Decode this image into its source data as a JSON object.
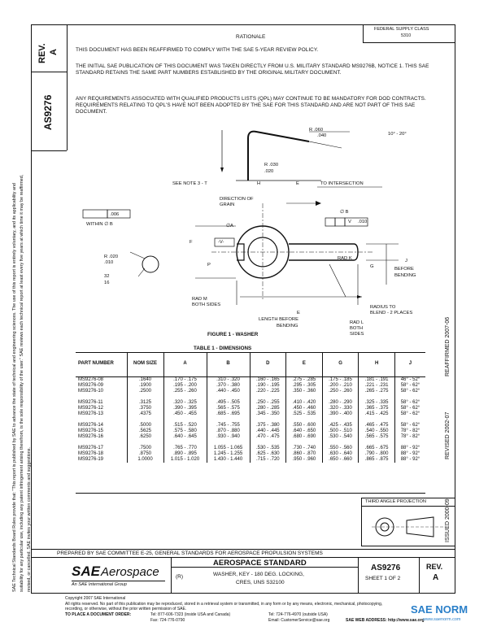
{
  "sidebar": {
    "rev_label": "REV.",
    "rev_value": "A",
    "doc_number": "AS9276",
    "notice": "SAE Technical Standards Board Rules provide that: \"This report is published by SAE to advance the state of technical and engineering sciences. The use of this report is entirely voluntary, and its applicability and suitability for any particular use, including any patent infringement arising therefrom, is the sole responsibility of the user.\" SAE reviews each technical report at least every five years at which time it may be reaffirmed, revised, or cancelled. SAE invites your written comments and suggestions."
  },
  "header": {
    "rationale": "RATIONALE",
    "fsc_label": "FEDERAL SUPPLY CLASS",
    "fsc_value": "5310"
  },
  "body_text": {
    "p1": "THIS DOCUMENT HAS BEEN REAFFIRMED TO COMPLY WITH THE SAE 5-YEAR REVIEW POLICY.",
    "p2": "THE INITIAL SAE PUBLICATION OF THIS DOCUMENT WAS TAKEN DIRECTLY FROM U.S. MILITARY STANDARD MS9276B, NOTICE 1. THIS SAE STANDARD RETAINS THE SAME PART NUMBERS ESTABLISHED BY THE ORIGINAL MILITARY DOCUMENT.",
    "p3": "ANY REQUIREMENTS ASSOCIATED WITH QUALIFIED PRODUCTS LISTS (QPL) MAY CONTINUE TO BE MANDATORY FOR DOD CONTRACTS. REQUIREMENTS RELATING TO QPL'S HAVE NOT BEEN ADOPTED BY THE SAE FOR THIS STANDARD AND ARE NOT PART OF THIS SAE DOCUMENT."
  },
  "figure": {
    "caption": "FIGURE 1 - WASHER",
    "labels": {
      "r1": "R .060",
      "r1b": ".040",
      "angle": "10° - 20°",
      "r2": "R .030",
      "r2b": ".020",
      "see_note": "SEE NOTE 3 - T",
      "h": "H",
      "e": "E",
      "to_intersection": "TO INTERSECTION",
      "direction": "DIRECTION OF",
      "grain": "GRAIN",
      "flatness": ".006",
      "within": "WITHIN ∅ B",
      "phi_a": "∅A",
      "v_box": "-V-",
      "phi_b": "∅ B",
      "pos_tol": ".010",
      "pos_v": "V",
      "f": "F",
      "p": "P",
      "rad_k": "RAD K",
      "g": "G",
      "j": "J",
      "before": "BEFORE",
      "bending": "BENDING",
      "r3": "R .020",
      "r3b": ".010",
      "frac_top": "32",
      "frac_bot": "16",
      "rad_m": "RAD M",
      "both_sides": "BOTH SIDES",
      "e2": "E",
      "length_before": "LENGTH BEFORE",
      "bending2": "BENDING",
      "radius_blend": "RADIUS TO",
      "blend": "BLEND - 2 PLACES",
      "rad_l": "RAD L",
      "both": "BOTH",
      "sides": "SIDES"
    }
  },
  "table": {
    "title": "TABLE 1 - DIMENSIONS",
    "headers": [
      "PART NUMBER",
      "NOM SIZE",
      "A",
      "B",
      "D",
      "E",
      "G",
      "H",
      "J"
    ],
    "groups": [
      [
        [
          "MS9276-08",
          ".1640",
          ".170 - .175",
          ".310 - .320",
          ".160 - .165",
          ".275 - .285",
          ".175 - .185",
          ".181 - .191",
          "46° - 52°"
        ],
        [
          "MS9276-09",
          ".1900",
          ".195 - .200",
          ".370 - .380",
          ".190 - .195",
          ".295 - .305",
          ".200 - .210",
          ".221 - .231",
          "58° - 62°"
        ],
        [
          "MS9276-10",
          ".2500",
          ".255 - .260",
          ".440 - .450",
          ".220 - .225",
          ".350 - .360",
          ".250 - .260",
          ".265 - .275",
          "58° - 62°"
        ]
      ],
      [
        [
          "MS9276-11",
          ".3125",
          ".320 - .325",
          ".495 - .505",
          ".250 - .255",
          ".410 - .420",
          ".280 - .290",
          ".325 - .335",
          "58° - 62°"
        ],
        [
          "MS9276-12",
          ".3750",
          ".390 - .395",
          ".565 - .575",
          ".280 - .285",
          ".450 - .460",
          ".320 - .330",
          ".365 - .375",
          "58° - 62°"
        ],
        [
          "MS9276-13",
          ".4375",
          ".450 - .455",
          ".685 - .695",
          ".345 - .350",
          ".525 - .535",
          ".390 - .400",
          ".415 - .425",
          "58° - 62°"
        ]
      ],
      [
        [
          "MS9276-14",
          ".5000",
          ".515 - .520",
          ".745 - .755",
          ".375 - .380",
          ".550 - .600",
          ".425 - .435",
          ".465 - .475",
          "58° - 62°"
        ],
        [
          "MS9276-15",
          ".5625",
          ".575 - .580",
          ".870 - .880",
          ".440 - .445",
          ".640 - .650",
          ".500 - .510",
          ".540 - .550",
          "78° - 82°"
        ],
        [
          "MS9276-16",
          ".6250",
          ".640 - .645",
          ".930 - .940",
          ".470 - .475",
          ".680 - .690",
          ".530 - .540",
          ".565 - .575",
          "78° - 82°"
        ]
      ],
      [
        [
          "MS9276-17",
          ".7500",
          ".765 - .770",
          "1.055 - 1.065",
          ".530 - .535",
          ".730 - .740",
          ".550 - .560",
          ".665 - .675",
          "88° - 92°"
        ],
        [
          "MS9276-18",
          ".8750",
          ".890 - .895",
          "1.245 - 1.255",
          ".625 - .630",
          ".860 - .870",
          ".630 - .640",
          ".790 - .800",
          "88° - 92°"
        ],
        [
          "MS9276-19",
          "1.0000",
          "1.015 - 1.020",
          "1.430 - 1.440",
          ".715 - .720",
          ".950 - .960",
          ".650 - .660",
          ".865 - .875",
          "88° - 92°"
        ]
      ]
    ]
  },
  "projection": {
    "label": "THIRD ANGLE PROJECTION"
  },
  "right_margin": {
    "issued": "ISSUED 2000-09",
    "revised": "REVISED 2002-07",
    "reaffirmed": "REAFFIRMED 2007-06"
  },
  "footer": {
    "prepared": "PREPARED BY SAE COMMITTEE E-25, GENERAL STANDARDS FOR AEROSPACE PROPULSION SYSTEMS",
    "sae": "SAE",
    "aerospace": "Aerospace",
    "group": "An SAE International Group",
    "std_title": "AEROSPACE STANDARD",
    "r_mark": "(R)",
    "desc1": "WASHER, KEY - 180 DEG. LOCKING,",
    "desc2": "CRES, UNS S32100",
    "doc_no": "AS9276",
    "sheet": "SHEET 1 OF 2",
    "rev_label": "REV.",
    "rev_value": "A"
  },
  "copyright": {
    "line1": "Copyright 2007 SAE International",
    "line2": "All rights reserved. No part of this publication may be reproduced, stored in a retrieval system or transmitted, in any form or by any means, electronic, mechanical, photocopying,",
    "line3": "recording, or otherwise, without the prior written permission of SAE.",
    "order_label": "TO PLACE A DOCUMENT ORDER:",
    "tel1": "Tel: 877-606-7323 (inside USA and Canada)",
    "tel2": "Tel: 724-776-4970 (outside USA)",
    "fax": "Fax: 724-776-0790",
    "email": "Email: CustomerService@sae.org",
    "web": "SAE WEB ADDRESS: http://www.sae.org"
  },
  "watermark": {
    "text": "SAE NORM",
    "url": "www.saenorm.com"
  }
}
